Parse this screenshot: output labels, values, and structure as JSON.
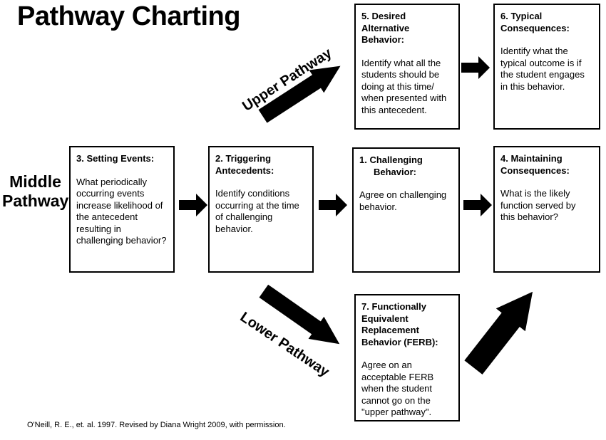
{
  "page": {
    "title": "Pathway Charting",
    "citation": "O'Neill, R. E., et. al. 1997. Revised by Diana Wright 2009, with permission.",
    "background_color": "#ffffff",
    "ink_color": "#000000"
  },
  "pathways": {
    "upper_label": "Upper Pathway",
    "middle_label": "Middle\nPathway",
    "lower_label": "Lower Pathway"
  },
  "boxes": {
    "box5": {
      "heading": "5. Desired\nAlternative\nBehavior:",
      "body": "Identify what all the\nstudents should be\ndoing at this time/\nwhen presented with\nthis antecedent."
    },
    "box6": {
      "heading": "6. Typical\nConsequences:",
      "body": "Identify what the\ntypical outcome is if\nthe student engages\nin this behavior."
    },
    "box3": {
      "heading": "3. Setting Events:",
      "body": "What periodically\noccurring events\nincrease likelihood of\nthe antecedent\nresulting in\nchallenging behavior?"
    },
    "box2": {
      "heading": "2. Triggering\nAntecedents:",
      "body": "Identify conditions\noccurring at the time\nof challenging\nbehavior."
    },
    "box1": {
      "heading": "1.  Challenging Behavior:",
      "body": "Agree on challenging\nbehavior."
    },
    "box4": {
      "heading": "4. Maintaining\nConsequences:",
      "body": "What is the likely\nfunction served by\nthis behavior?"
    },
    "box7": {
      "heading": "7. Functionally\nEquivalent\nReplacement\nBehavior (FERB):",
      "body": "Agree on an\nacceptable FERB\nwhen the student\ncannot go on the\n\"upper pathway\"."
    }
  },
  "connections": [
    "box3 -> box2",
    "box2 -> box1",
    "box1 -> box4",
    "box5 -> box6",
    "upper pathway diagonal -> box5",
    "lower pathway diagonal -> box7",
    "box7 -> box4"
  ]
}
